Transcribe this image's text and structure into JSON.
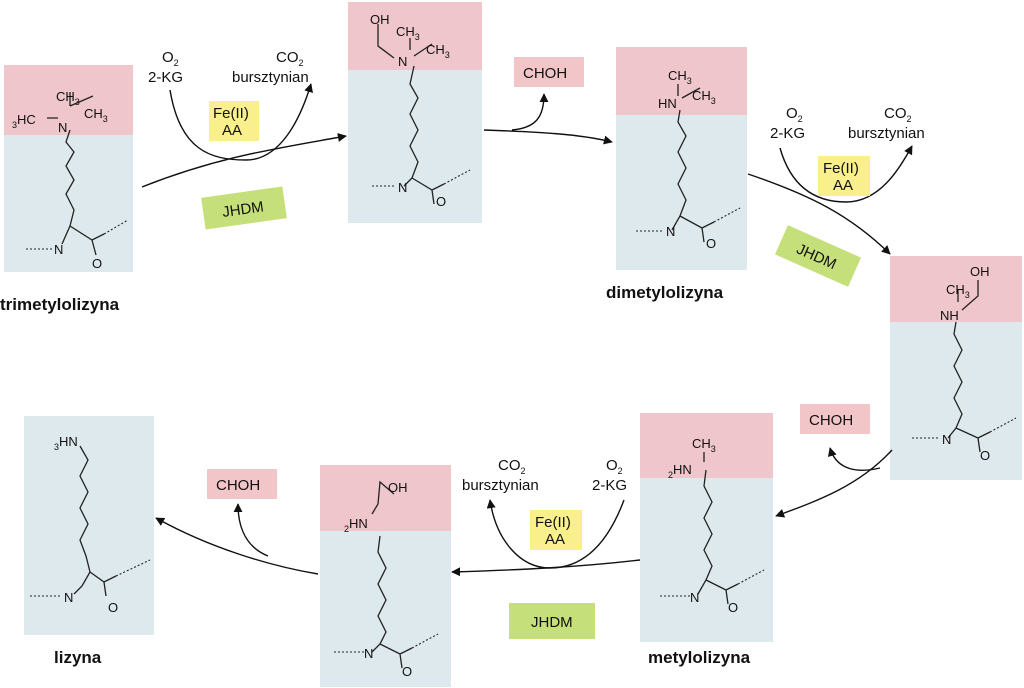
{
  "colors": {
    "head_fill": "#efc6cb",
    "chain_fill": "#dde9ed",
    "cofactor_fill": "#f9ef8d",
    "enzyme_fill": "#c5e07a",
    "byproduct_fill": "#f2c5c8"
  },
  "compounds": {
    "trimethyl": "trimetylolizyna",
    "dimethyl": "dimetylolizyna",
    "monomethyl": "metylolizyna",
    "lysine": "lizyna"
  },
  "reaction": {
    "o2": "O",
    "o2_sub": "2",
    "kg": "2-KG",
    "co2": "CO",
    "co2_sub": "2",
    "succinate": "bursztynian",
    "fe": "Fe(II)",
    "aa": "AA",
    "enzyme": "JHDM",
    "byproduct": "CHOH"
  },
  "atoms": {
    "N": "N",
    "O": "O",
    "HN": "HN",
    "NH": "NH",
    "HC": "HC",
    "CH": "CH",
    "OH": "OH",
    "H": "H",
    "sub3": "3",
    "sub2": "2"
  }
}
